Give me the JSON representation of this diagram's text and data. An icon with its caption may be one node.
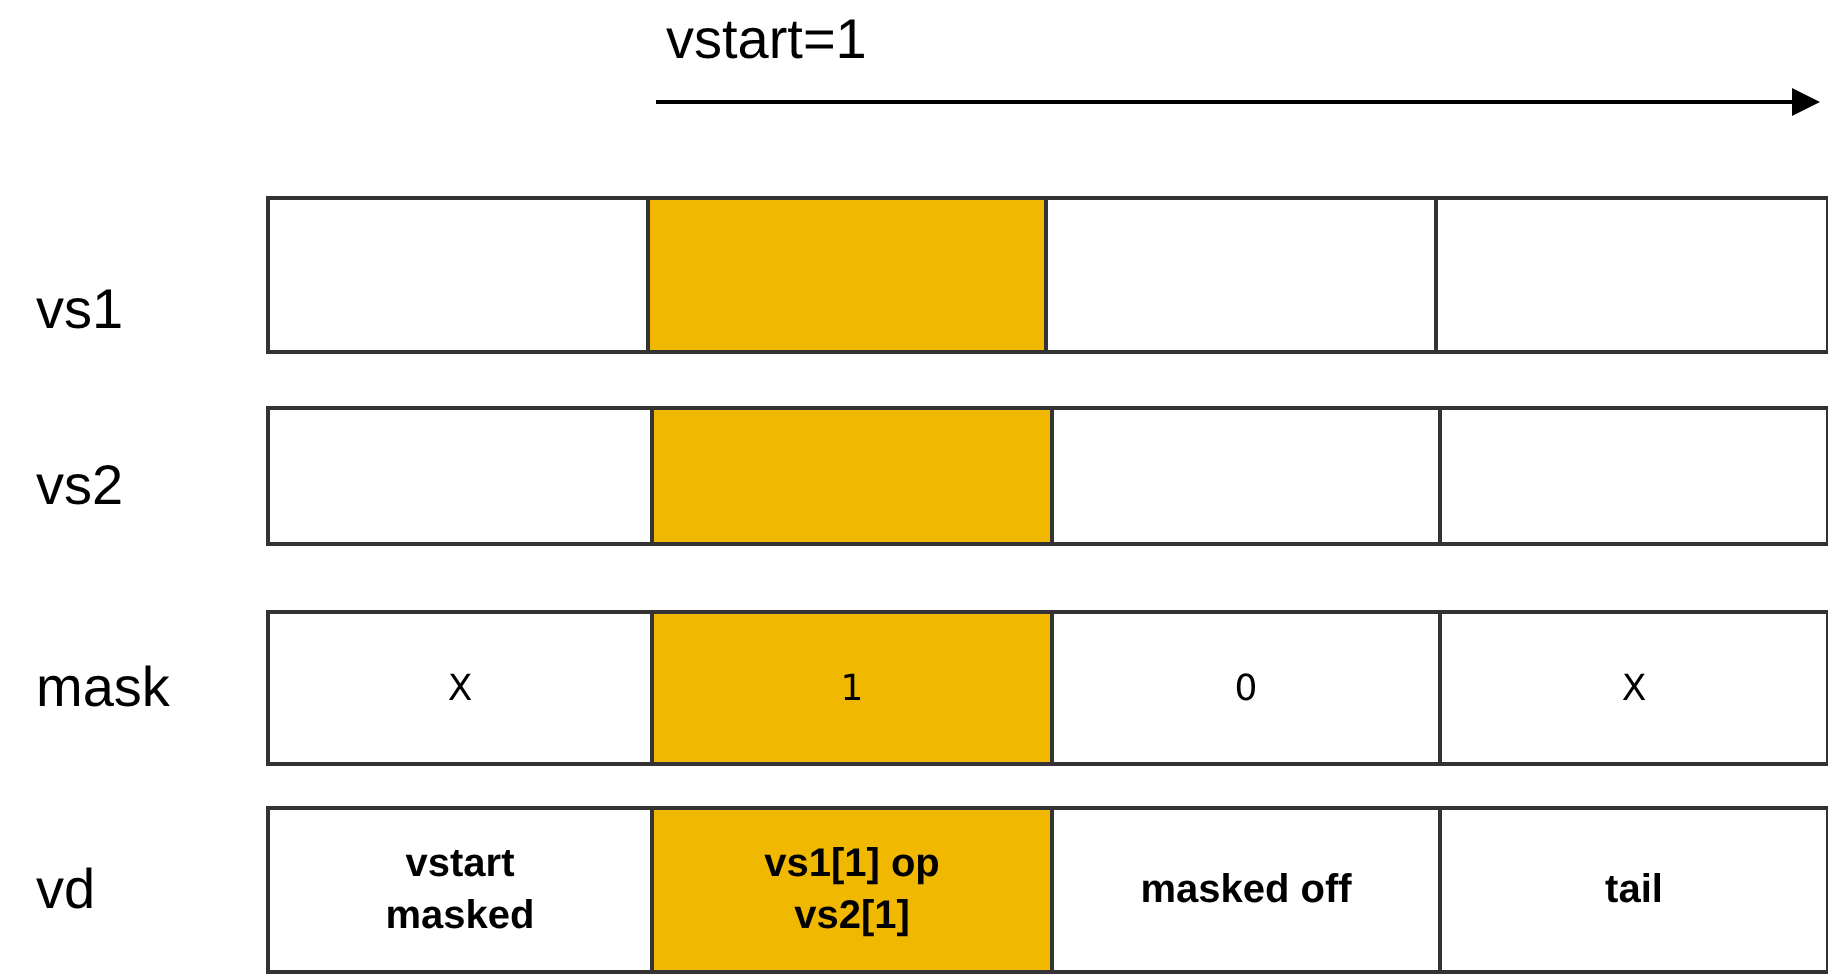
{
  "diagram": {
    "nodes": [
      {
        "text": [],
        "shape": "box"
      },
      {
        "text": [],
        "shape": "box"
      },
      {
        "text": [],
        "shape": "box"
      },
      {
        "text": [],
        "shape": "box"
      },
      {
        "text": [],
        "shape": "box"
      },
      {
        "text": [],
        "shape": "box"
      },
      {
        "text": [],
        "shape": "box"
      },
      {
        "text": [],
        "shape": "box"
      },
      {
        "text": [
          "X"
        ]
      },
      {
        "text": [
          "1"
        ]
      },
      {
        "text": [
          "0"
        ]
      },
      {
        "text": [
          "X"
        ]
      },
      {
        "text": [
          "vstart masked"
        ]
      },
      {
        "text": [
          "vs1[1] op vs2[1]"
        ]
      },
      {
        "text": [
          "masked off"
        ]
      },
      {
        "text": [
          "tail"
        ]
      }
    ],
    "labels": [
      "vstart=1",
      "vs1",
      "vs2",
      "mask",
      "vd"
    ]
  }
}
